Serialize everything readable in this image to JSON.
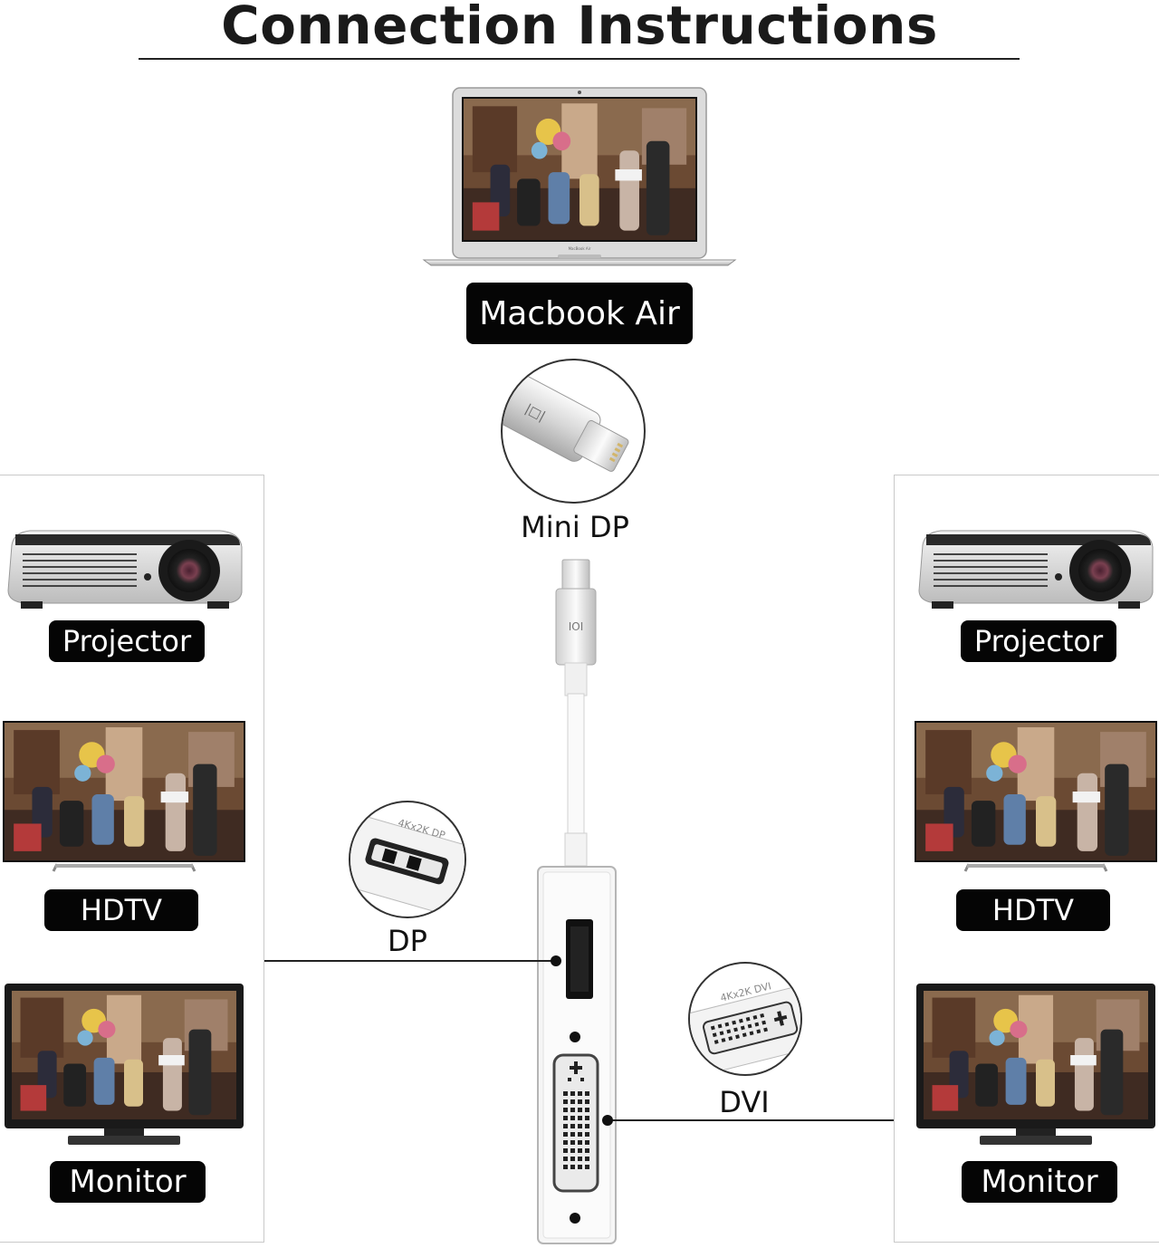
{
  "header": {
    "title": "Connection Instructions"
  },
  "source": {
    "label": "Macbook Air",
    "laptop_logo": "MacBook Air"
  },
  "input_connector": {
    "label": "Mini DP"
  },
  "ports": {
    "dp": {
      "label": "DP",
      "circle_text": "4Kx2K DP"
    },
    "dvi": {
      "label": "DVI",
      "circle_text": "4Kx2K DVI"
    }
  },
  "left_panel": {
    "items": [
      {
        "label": "Projector",
        "icon": "projector-icon"
      },
      {
        "label": "HDTV",
        "icon": "tv-icon"
      },
      {
        "label": "Monitor",
        "icon": "monitor-icon"
      }
    ]
  },
  "right_panel": {
    "items": [
      {
        "label": "Projector",
        "icon": "projector-icon"
      },
      {
        "label": "HDTV",
        "icon": "tv-icon"
      },
      {
        "label": "Monitor",
        "icon": "monitor-icon"
      }
    ]
  },
  "colors": {
    "pill_bg": "#050505",
    "pill_text": "#ffffff",
    "line": "#222222",
    "adapter": "#e9e9e9"
  }
}
